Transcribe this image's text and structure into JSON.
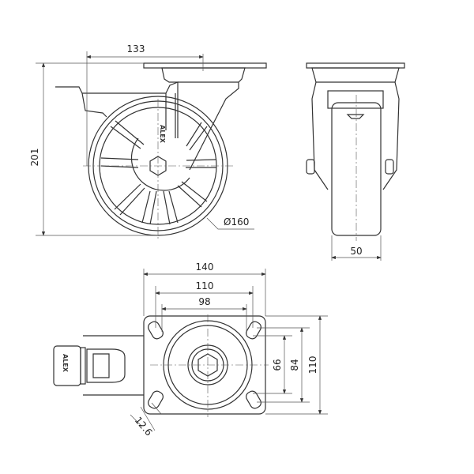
{
  "drawing": {
    "side_view": {
      "dim_offset": "133",
      "dim_height": "201",
      "dim_wheel_diameter": "Ø160",
      "logo": "ALEX"
    },
    "front_view": {
      "dim_wheel_width": "50"
    },
    "bottom_view": {
      "dim_plate_width": "140",
      "dim_hole_span_outer": "110",
      "dim_hole_span_inner": "98",
      "dim_hole_span_vertical_inner": "66",
      "dim_hole_span_vertical_outer": "84",
      "dim_plate_height": "110",
      "dim_slot_width": "12.6",
      "logo": "ALEX"
    }
  }
}
